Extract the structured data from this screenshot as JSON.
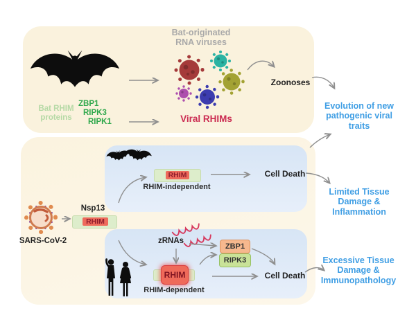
{
  "colors": {
    "cream_panel": "#faf2dd",
    "blue_panel": "#dbe8f6",
    "outcome_blue": "#3f9ee4",
    "gray_text": "#a9a9a9",
    "pale_green_text": "#b5d9a5",
    "green_text": "#2fa84c",
    "viral_rhims_red": "#cb2b51",
    "rhim_bar_green": "#ddedcb",
    "rhim_segment_red": "#ee6a5c",
    "rhim_text_dark_red": "#8f1d2c",
    "zbp1_fill": "#f6b88e",
    "ripk3_fill": "#c9e298",
    "arrow_gray": "#8f8f8f",
    "virus_red": "#a53a3a",
    "virus_teal": "#2ab3a3",
    "virus_olive": "#a3a233",
    "virus_purple": "#ad4fad",
    "virus_blue": "#3c3caf",
    "sars_body": "#f7ddca",
    "sars_ring": "#cf7a4e",
    "sars_spikes": "#e08b4f",
    "zrna_red": "#d63a5e"
  },
  "top_panel": {
    "viruses_label_line1": "Bat-originated",
    "viruses_label_line2": "RNA viruses",
    "bat_proteins_line1": "Bat RHIM",
    "bat_proteins_line2": "proteins",
    "proteins": [
      "ZBP1",
      "RIPK3",
      "RIPK1"
    ],
    "viral_rhims_label": "Viral RHIMs",
    "zoonoses_label": "Zoonoses"
  },
  "outcomes": {
    "evolution": [
      "Evolution of new",
      "pathogenic viral",
      "traits"
    ],
    "limited": [
      "Limited Tissue",
      "Damage &",
      "Inflammation"
    ],
    "excessive": [
      "Excessive Tissue",
      "Damage &",
      "Immunopathology"
    ]
  },
  "sars_section": {
    "virus_label": "SARS-CoV-2",
    "nsp13_label": "Nsp13",
    "rhim_label": "RHIM"
  },
  "bat_panel": {
    "rhim_label": "RHIM",
    "caption": "RHIM-independent",
    "cell_death_label": "Cell Death"
  },
  "human_panel": {
    "zrnas_label": "zRNAs",
    "rhim_label": "RHIM",
    "caption": "RHIM-dependent",
    "zbp1_label": "ZBP1",
    "ripk3_label": "RIPK3",
    "cell_death_label": "Cell Death"
  }
}
